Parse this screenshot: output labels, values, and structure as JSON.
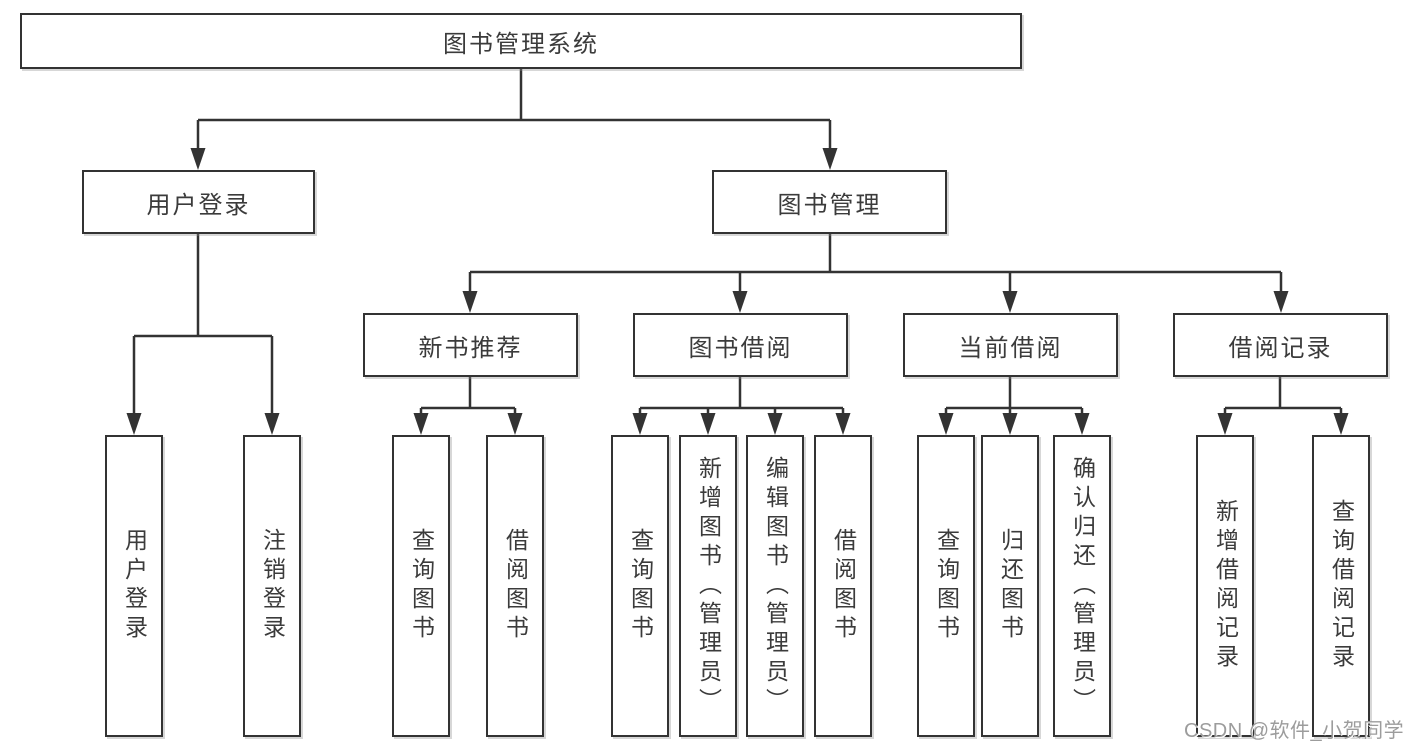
{
  "diagram_type": "functional-structure-tree",
  "colors": {
    "line": "#333333",
    "text": "#3b3b3b",
    "watermark_text": "#9c9c9c",
    "background": "#ffffff"
  },
  "tree": {
    "label": "图书管理系统",
    "children": [
      {
        "label": "用户登录",
        "children": [
          {
            "label": "用户登录"
          },
          {
            "label": "注销登录"
          }
        ]
      },
      {
        "label": "图书管理",
        "children": [
          {
            "label": "新书推荐",
            "children": [
              {
                "label": "查询图书"
              },
              {
                "label": "借阅图书"
              }
            ]
          },
          {
            "label": "图书借阅",
            "children": [
              {
                "label": "查询图书"
              },
              {
                "label": "新增图书（管理员）"
              },
              {
                "label": "编辑图书（管理员）"
              },
              {
                "label": "借阅图书"
              }
            ]
          },
          {
            "label": "当前借阅",
            "children": [
              {
                "label": "查询图书"
              },
              {
                "label": "归还图书"
              },
              {
                "label": "确认归还（管理员）"
              }
            ]
          },
          {
            "label": "借阅记录",
            "children": [
              {
                "label": "新增借阅记录"
              },
              {
                "label": "查询借阅记录"
              }
            ]
          }
        ]
      }
    ]
  },
  "watermark": {
    "text": "CSDN @软件_小贺同学"
  }
}
